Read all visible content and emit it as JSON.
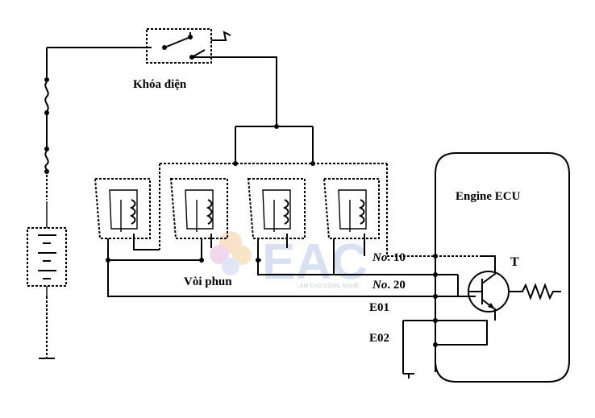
{
  "labels": {
    "ignition_switch": "Khóa điện",
    "injectors": "Vòi phun",
    "ecu": "Engine ECU",
    "terminal_no10_prefix": "No",
    "terminal_no10_suffix": ". 10",
    "terminal_no20_prefix": "No",
    "terminal_no20_suffix": ". 20",
    "terminal_e01": "E01",
    "terminal_e02": "E02",
    "transistor": "T"
  },
  "watermark": {
    "text": "EAC",
    "tagline": "LÀM CHỦ CÔNG NGHỆ",
    "colors": [
      "#f2b88a",
      "#d9a7d6",
      "#b9c9e6"
    ]
  },
  "icons": {
    "battery": "battery-icon",
    "fuse": "fuse-icon",
    "switch": "switch-icon",
    "transistor": "transistor-icon",
    "resistor": "resistor-icon",
    "ground": "ground-icon"
  }
}
